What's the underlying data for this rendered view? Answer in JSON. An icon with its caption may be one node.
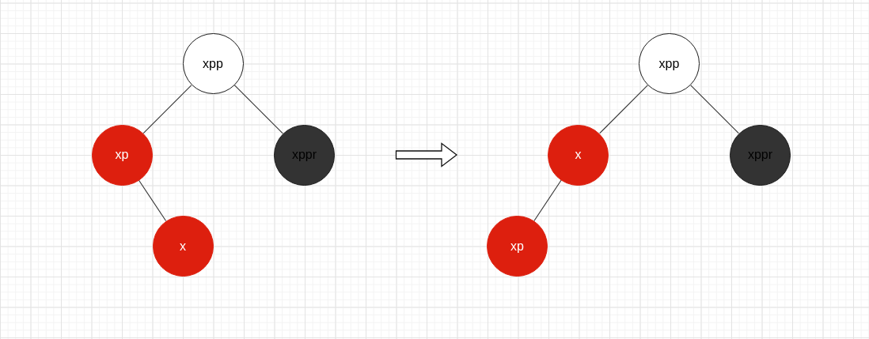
{
  "diagram": {
    "nodes": [
      {
        "text": [
          "xpp"
        ]
      },
      {
        "text": [
          "xp"
        ]
      },
      {
        "text": [
          "xppr"
        ]
      },
      {
        "text": [
          "x"
        ]
      },
      {
        "text": [
          "xpp"
        ]
      },
      {
        "text": [
          "x"
        ]
      },
      {
        "text": [
          "xppr"
        ]
      },
      {
        "text": [
          "xp"
        ]
      }
    ],
    "edges": [
      {
        "from": 0,
        "to": 1,
        "arrow": "none"
      },
      {
        "from": 0,
        "to": 2,
        "arrow": "none"
      },
      {
        "from": 1,
        "to": 3,
        "arrow": "none"
      },
      {
        "from": 4,
        "to": 5,
        "arrow": "none"
      },
      {
        "from": 4,
        "to": 6,
        "arrow": "none"
      },
      {
        "from": 5,
        "to": 7,
        "arrow": "none"
      }
    ]
  }
}
